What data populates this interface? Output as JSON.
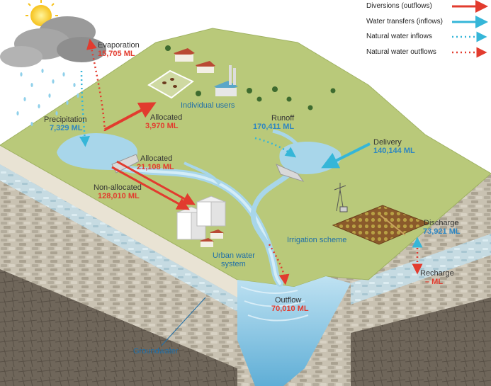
{
  "legend": [
    {
      "label": "Diversions (outflows)",
      "color": "#e23b2e",
      "style": "solid-arrow"
    },
    {
      "label": "Water transfers (inflows)",
      "color": "#35b6d8",
      "style": "solid-arrow"
    },
    {
      "label": "Natural water inflows",
      "color": "#35b6d8",
      "style": "dotted-arrow"
    },
    {
      "label": "Natural water outflows",
      "color": "#e23b2e",
      "style": "dotted-arrow"
    }
  ],
  "flows": {
    "evaporation": {
      "label": "Evaporation",
      "value": "15,705 ML"
    },
    "precipitation": {
      "label": "Precipitation",
      "value": "7,329 ML"
    },
    "allocated_users": {
      "label": "Allocated",
      "value": "3,970 ML"
    },
    "allocated_urban": {
      "label": "Allocated",
      "value": "21,108 ML"
    },
    "non_allocated": {
      "label": "Non-allocated",
      "value": "128,010 ML"
    },
    "runoff": {
      "label": "Runoff",
      "value": "170,411 ML"
    },
    "delivery": {
      "label": "Delivery",
      "value": "140,144 ML"
    },
    "discharge": {
      "label": "Discharge",
      "value": "73,921 ML"
    },
    "recharge": {
      "label": "Recharge",
      "value": "– ML"
    },
    "outflow": {
      "label": "Outflow",
      "value": "70,010 ML"
    }
  },
  "places": {
    "individual_users": "Individual users",
    "urban_water_system": [
      "Urban water",
      "system"
    ],
    "irrigation_scheme": "Irrigation scheme",
    "groundwater": "Groundwater"
  }
}
